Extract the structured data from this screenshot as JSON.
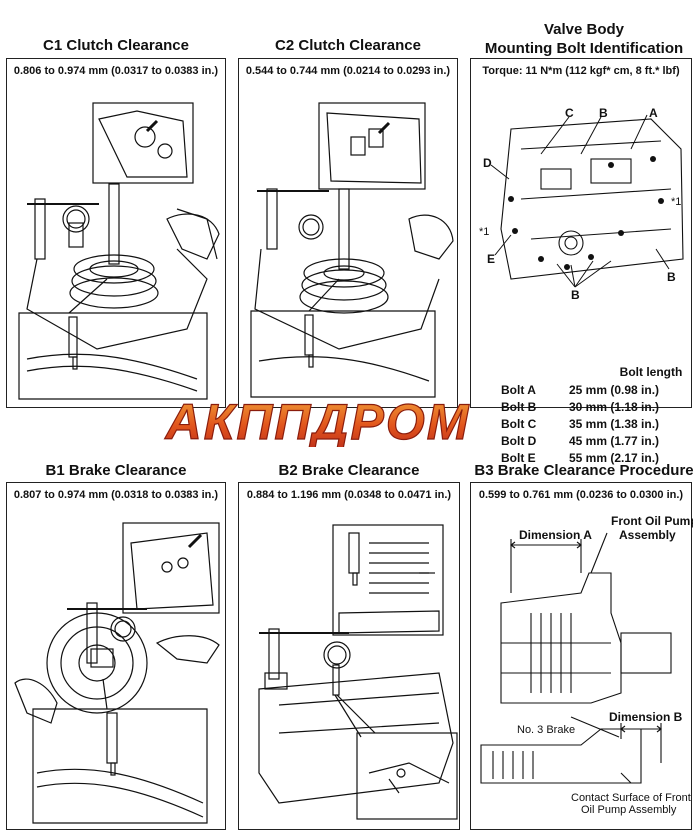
{
  "panels": {
    "c1": {
      "title": "C1 Clutch Clearance",
      "spec": "0.806 to 0.974 mm (0.0317 to 0.0383 in.)"
    },
    "c2": {
      "title": "C2 Clutch Clearance",
      "spec": "0.544 to 0.744 mm (0.0214 to 0.0293 in.)"
    },
    "vb": {
      "title_line1": "Valve Body",
      "title_line2": "Mounting Bolt Identification",
      "spec": "Torque: 11 N*m (112 kgf* cm, 8 ft.* lbf)",
      "callouts": {
        "a": "A",
        "b": "B",
        "c": "C",
        "d": "D",
        "e": "E",
        "star1": "*1"
      },
      "bolt_header": "Bolt length",
      "bolts": [
        {
          "name": "Bolt A",
          "length": "25 mm (0.98 in.)"
        },
        {
          "name": "Bolt B",
          "length": "30 mm (1.18 in.)"
        },
        {
          "name": "Bolt C",
          "length": "35 mm (1.38 in.)"
        },
        {
          "name": "Bolt D",
          "length": "45 mm (1.77 in.)"
        },
        {
          "name": "Bolt E",
          "length": "55 mm (2.17 in.)"
        }
      ]
    },
    "b1": {
      "title": "B1 Brake Clearance",
      "spec": "0.807 to 0.974 mm (0.0318 to 0.0383 in.)"
    },
    "b2": {
      "title": "B2 Brake Clearance",
      "spec": "0.884 to 1.196 mm (0.0348 to 0.0471 in.)"
    },
    "b3": {
      "title": "B3 Brake Clearance Procedure",
      "spec": "0.599 to 0.761 mm (0.0236 to 0.0300 in.)",
      "dim_a": "Dimension A",
      "front_pump_1": "Front Oil Pump",
      "front_pump_2": "Assembly",
      "dim_b": "Dimension B",
      "no3_brake": "No. 3 Brake",
      "contact_1": "Contact Surface of Front",
      "contact_2": "Oil Pump Assembly"
    }
  },
  "watermark": "АКППДРОМ",
  "colors": {
    "watermark_top": "#f2a33a",
    "watermark_mid": "#e2561d",
    "watermark_bottom": "#c0301a",
    "ink": "#111111"
  }
}
